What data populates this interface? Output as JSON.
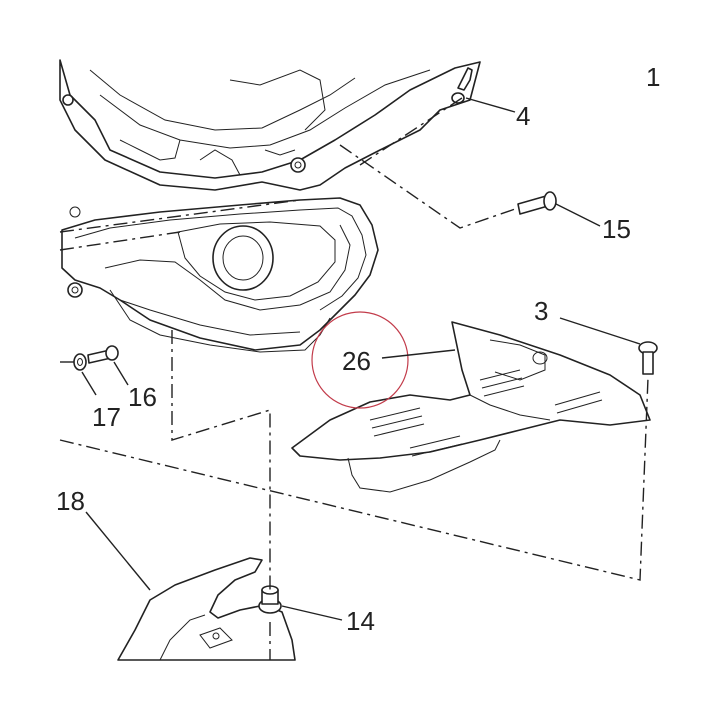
{
  "diagram": {
    "callouts": [
      {
        "id": "c1",
        "label": "1"
      },
      {
        "id": "c3",
        "label": "3"
      },
      {
        "id": "c4",
        "label": "4"
      },
      {
        "id": "c14",
        "label": "14"
      },
      {
        "id": "c15",
        "label": "15"
      },
      {
        "id": "c16",
        "label": "16"
      },
      {
        "id": "c17",
        "label": "17"
      },
      {
        "id": "c18",
        "label": "18"
      },
      {
        "id": "c26",
        "label": "26"
      }
    ],
    "highlight_color": "#c23b4a",
    "line_color": "#222222"
  }
}
